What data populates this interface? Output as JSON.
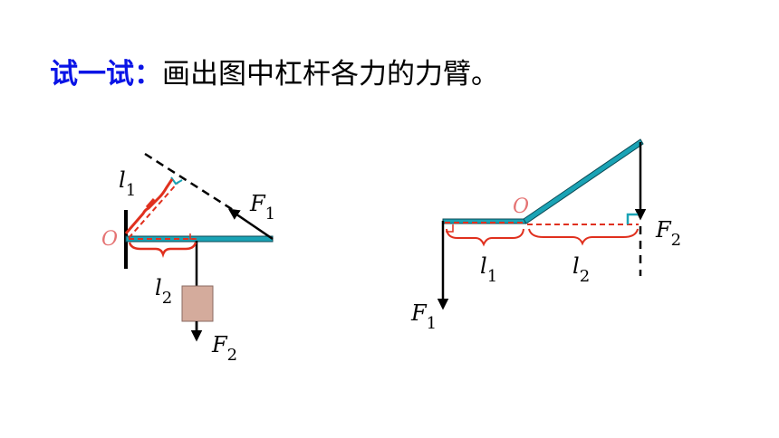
{
  "heading": {
    "lead": "试一试：",
    "body": "画出图中杠杆各力的力臂。"
  },
  "figure_left": {
    "pivot": "O",
    "force1": {
      "letter": "F",
      "sub": "1"
    },
    "force2": {
      "letter": "F",
      "sub": "2"
    },
    "arm1": {
      "letter": "l",
      "sub": "1"
    },
    "arm2": {
      "letter": "l",
      "sub": "2"
    }
  },
  "figure_right": {
    "pivot": "O",
    "force1": {
      "letter": "F",
      "sub": "1"
    },
    "force2": {
      "letter": "F",
      "sub": "2"
    },
    "arm1": {
      "letter": "l",
      "sub": "1"
    },
    "arm2": {
      "letter": "l",
      "sub": "2"
    }
  },
  "colors": {
    "heading_lead": "#0a14e6",
    "lever": "#1aa3b5",
    "arm_marks": "#e0301e",
    "pivot_label": "#e57373",
    "weight_block": "#d4ab9c"
  }
}
